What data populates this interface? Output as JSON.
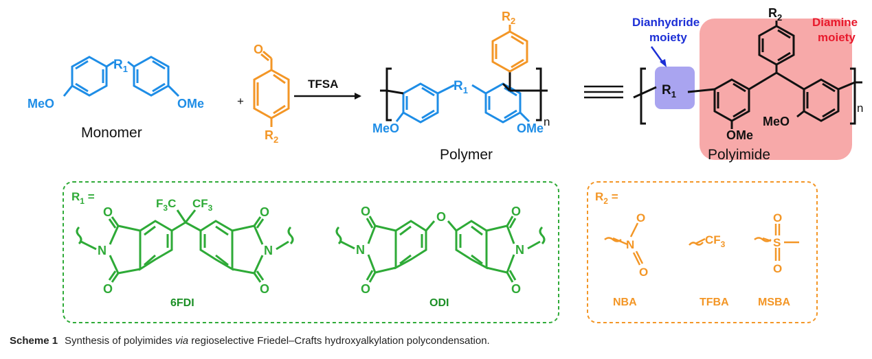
{
  "colors": {
    "blue": "#1e8de6",
    "orange": "#f39626",
    "green": "#2eaa37",
    "dark_green": "#1b8f25",
    "black": "#111111",
    "dianhydride_label": "#1c2fd6",
    "diamine_label": "#e8192c",
    "dianhydride_box": "#a9a4f0",
    "diamine_box": "#f7a9a9"
  },
  "reaction": {
    "monomer": {
      "label": "Monomer",
      "r1": "R",
      "r1_sub": "1",
      "left_group": "MeO",
      "right_group": "OMe"
    },
    "plus": "+",
    "aldehyde": {
      "carbonyl_o": "O",
      "r2": "R",
      "r2_sub": "2"
    },
    "reagent": "TFSA",
    "polymer": {
      "label": "Polymer",
      "r1": "R",
      "r1_sub": "1",
      "r2": "R",
      "r2_sub": "2",
      "left_group": "MeO",
      "right_group": "OMe",
      "repeat": "n"
    },
    "polyimide": {
      "label": "Polyimide",
      "r1": "R",
      "r1_sub": "1",
      "r2": "R",
      "r2_sub": "2",
      "left_group": "OMe",
      "right_group": "MeO",
      "repeat": "n",
      "dianhydride_label_1": "Dianhydride",
      "dianhydride_label_2": "moiety",
      "diamine_label_1": "Diamine",
      "diamine_label_2": "moiety"
    }
  },
  "r1_box": {
    "heading_r": "R",
    "heading_sub": "1",
    "heading_eq": " =",
    "fdi": {
      "name": "6FDI",
      "cf3_left": "F",
      "cf3_left_sub": "3",
      "cf3_left_c": "C",
      "cf3_right": "CF",
      "cf3_right_sub": "3",
      "o": "O",
      "n": "N"
    },
    "odi": {
      "name": "ODI",
      "o": "O",
      "n": "N"
    }
  },
  "r2_box": {
    "heading_r": "R",
    "heading_sub": "2",
    "heading_eq": " =",
    "nba": {
      "name": "NBA",
      "n": "N",
      "o": "O"
    },
    "tfba": {
      "name": "TFBA",
      "cf": "CF",
      "cf_sub": "3"
    },
    "msba": {
      "name": "MSBA",
      "s": "S",
      "o": "O"
    }
  },
  "caption": {
    "number": "Scheme 1",
    "text_before": "Synthesis of polyimides ",
    "text_italic": "via",
    "text_after": " regioselective Friedel–Crafts hydroxyalkylation polycondensation."
  }
}
